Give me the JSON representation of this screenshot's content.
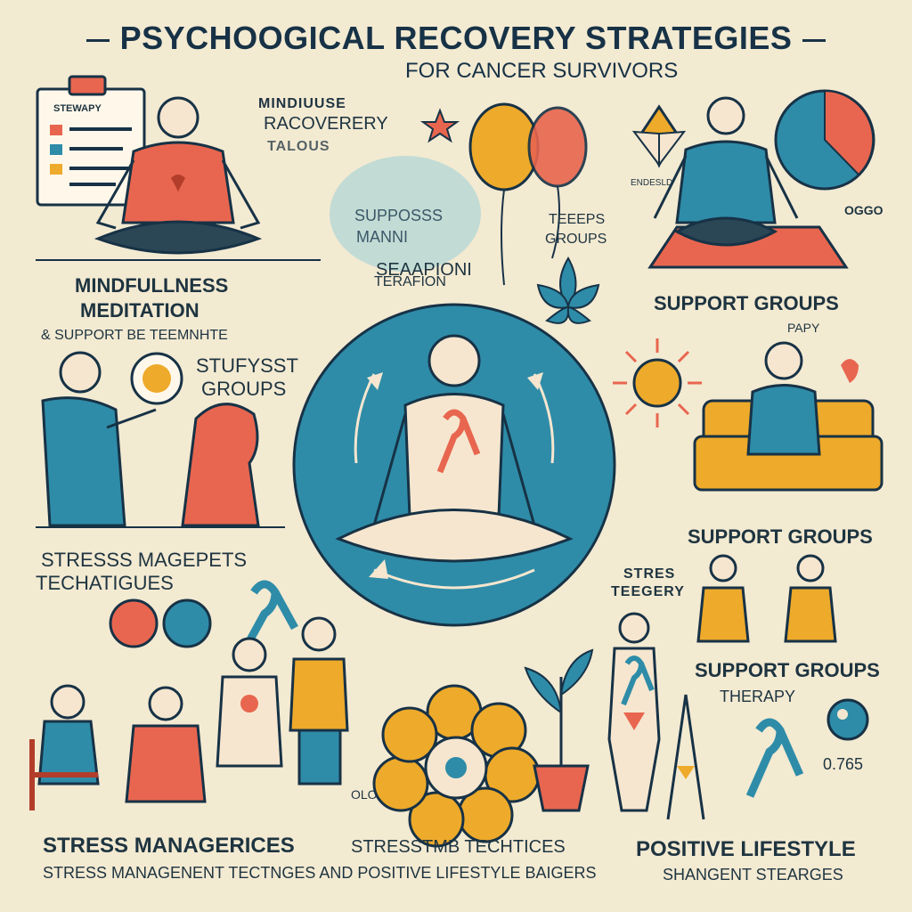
{
  "header": {
    "title": "PSYCHOOGICAL RECOVERY STRATEGIES",
    "subtitle": "FOR CANCER SURVIVORS"
  },
  "labels": {
    "clipboard_tag": "STEWAPY",
    "mindful_recovery_1": "MINDIUUSE",
    "mindful_recovery_2": "RACOVERERY",
    "mindful_recovery_3": "TALOUS",
    "bubble_1": "SUPPOSSS",
    "bubble_2": "MANNI",
    "bubble_3": "SEAAPIONI",
    "bubble_4": "TERAFION",
    "small_tag": "ENDESLD",
    "teeeps": "TEEEPS",
    "groups_small": "GROUPS",
    "oggo": "OGGO",
    "mindfulness": "MINDFULLNESS",
    "meditation": "MEDITATION",
    "support_line": "& SUPPORT BE TEEMNHTE",
    "stufysst": "STUFYSST",
    "groups_left": "GROUPS",
    "support_groups_1": "SUPPORT GROUPS",
    "therapy_small": "PAPY",
    "support_groups_2": "SUPPORT GROUPS",
    "stress_manag": "STRESSS MAGEPETS",
    "techatigues": "TECHATIGUES",
    "stres_teegery_1": "STRES",
    "stres_teegery_2": "TEEGERY",
    "support_groups_3": "SUPPORT GROUPS",
    "therapy": "THERAPY",
    "number_readout": "0.765",
    "olo": "OLO",
    "stress_managerices": "STRESS MANAGERICES",
    "stresstmb": "STRESSTMB TECHTICES",
    "positive_lifestyle": "POSITIVE LIFESTYLE",
    "bottom_line": "STRESS MANAGENENT TECTNGES AND POSITIVE LIFESTYLE BAIGERS",
    "shangent": "SHANGENT STEARGES"
  },
  "colors": {
    "background": "#f3ead2",
    "teal": "#2e8ca8",
    "coral": "#e8664f",
    "mustard": "#eeaa2a",
    "navy": "#173246",
    "skin": "#f6e6cf"
  }
}
